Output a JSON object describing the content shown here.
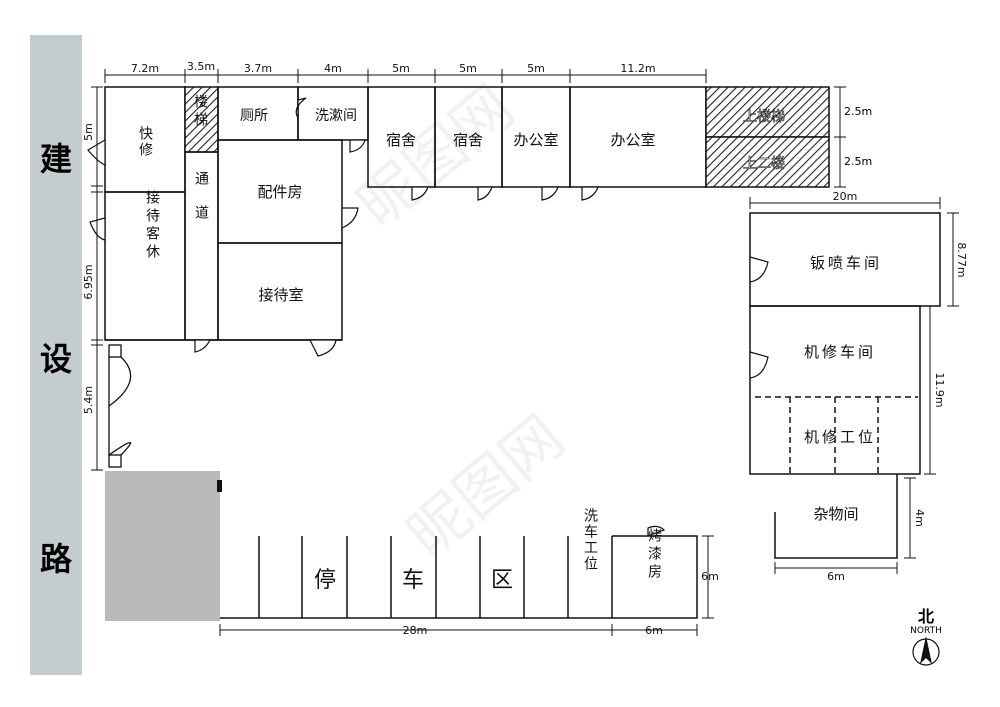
{
  "road": {
    "label": "建设路",
    "chars": [
      "建",
      "设",
      "路"
    ]
  },
  "rooms": {
    "kuaixiu": "快修",
    "louti": "楼梯",
    "cesuo": "厕所",
    "xishujian": "洗漱间",
    "sushe1": "宿舍",
    "sushe2": "宿舍",
    "bangongshi1": "办公室",
    "bangongshi2": "办公室",
    "shanglouti": "上楼梯",
    "shangerlou": "上二楼",
    "peijianfang": "配件房",
    "tongdao": "通道",
    "jiedaikexiu": "接待客休",
    "jiedaishi": "接待室",
    "banpen": "钣喷车间",
    "jixiu": "机修车间",
    "jixiugongwei": "机修工位",
    "zawujian": "杂物间",
    "kaoqifang": "烤漆房",
    "xichegongwei": "洗车工位",
    "tingchequ": [
      "停",
      "车",
      "区"
    ]
  },
  "dimensions": {
    "top": [
      "7.2m",
      "3.5m",
      "3.7m",
      "4m",
      "5m",
      "5m",
      "5m",
      "11.2m"
    ],
    "stairs_right": [
      "2.5m",
      "2.5m"
    ],
    "left": [
      "5m",
      "6.95m",
      "5.4m"
    ],
    "banpen_width": "20m",
    "banpen_depth": "8.77m",
    "jixiu_depth": "11.9m",
    "zawu_depth": "4m",
    "zawu_width": "6m",
    "bottom": [
      "28m",
      "6m"
    ],
    "kaoqi_depth": "6m"
  },
  "compass": {
    "cn": "北",
    "en": "NORTH"
  },
  "watermark": "昵图网"
}
